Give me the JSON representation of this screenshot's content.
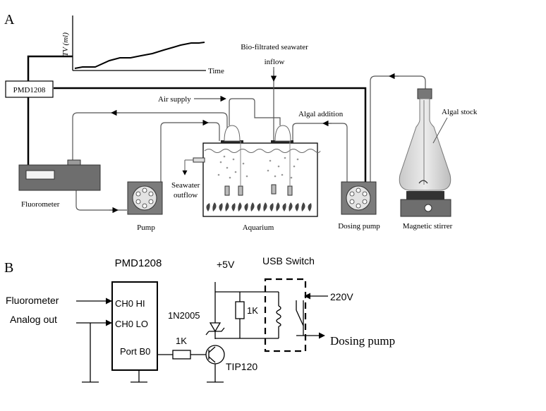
{
  "panel_a": {
    "panel_label": "A",
    "graph": {
      "ylabel": "TV (ml)",
      "xlabel": "Time"
    },
    "daq_label": "PMD1208",
    "seawater_inflow_line1": "Bio-filtrated seawater",
    "seawater_inflow_line2": "inflow",
    "air_supply": "Air supply",
    "algal_addition": "Algal addition",
    "algal_stock": "Algal stock",
    "seawater_outflow_line1": "Seawater",
    "seawater_outflow_line2": "outflow",
    "fluorometer": "Fluorometer",
    "pump": "Pump",
    "aquarium": "Aquarium",
    "dosing_pump": "Dosing pump",
    "magnetic_stirrer": "Magnetic stirrer"
  },
  "panel_b": {
    "panel_label": "B",
    "daq_title": "PMD1208",
    "ch0_hi": "CH0 HI",
    "ch0_lo": "CH0 LO",
    "port_b0": "Port B0",
    "fluorometer_in": "Fluorometer",
    "analog_out": "Analog out",
    "supply": "+5V",
    "usb_switch": "USB Switch",
    "diode": "1N2005",
    "resistor_parallel": "1K",
    "resistor_base": "1K",
    "transistor": "TIP120",
    "mains": "220V",
    "dosing_pump_out": "Dosing pump"
  }
}
